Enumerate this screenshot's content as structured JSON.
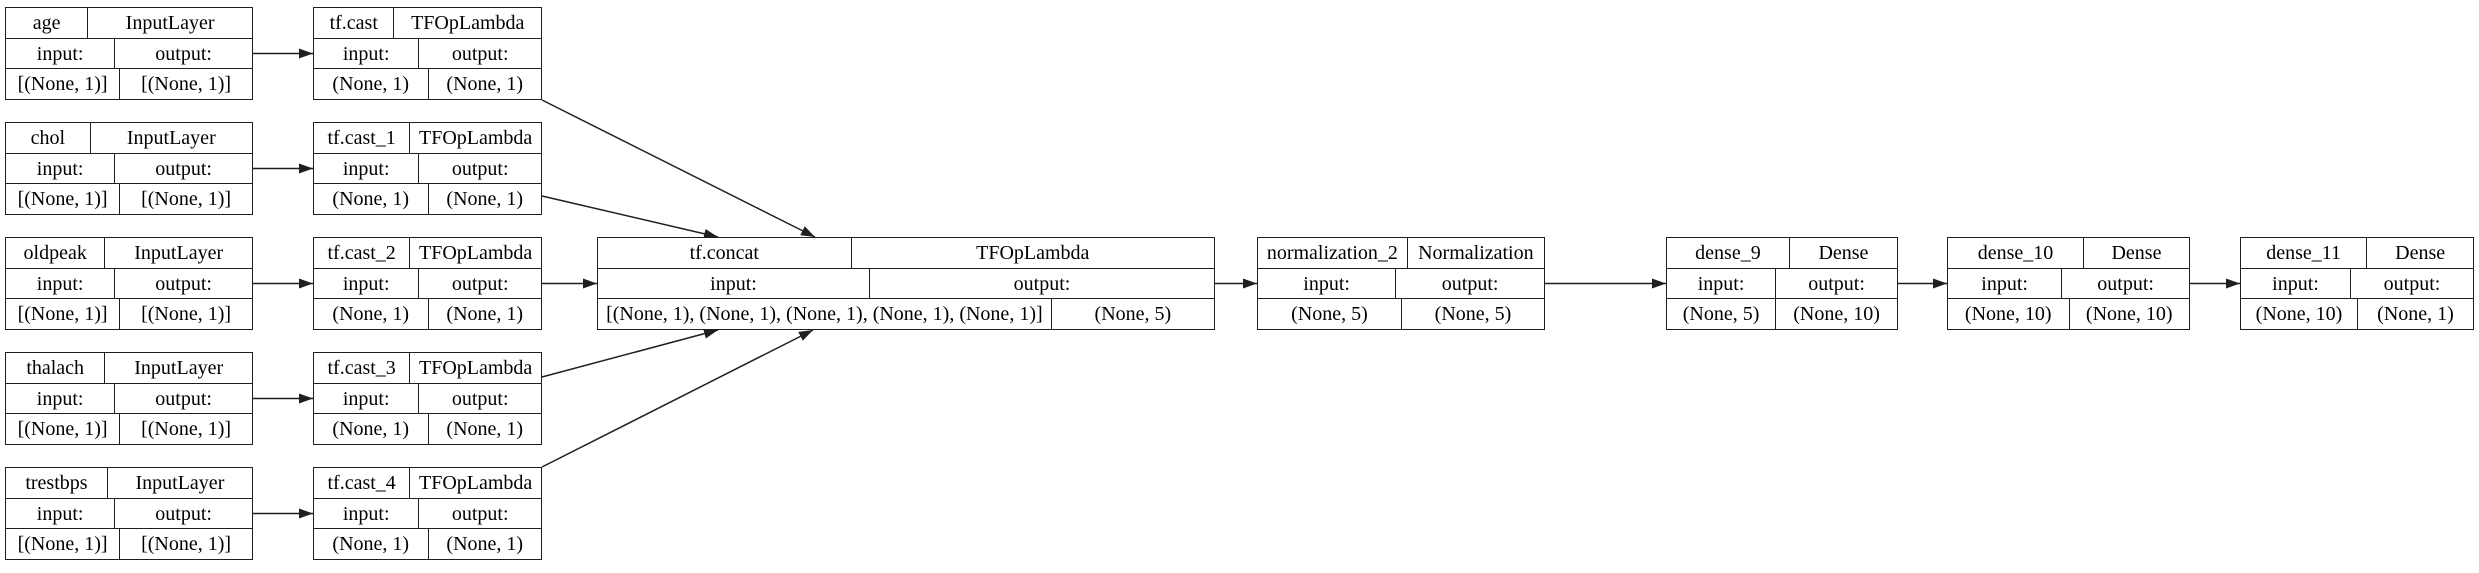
{
  "diagram": {
    "kind": "keras-model-plot",
    "colors": {
      "node_border": "#1f1f1f",
      "node_fill": "#ffffff",
      "edge": "#1f1f1f",
      "text": "#000000",
      "canvas": "#ffffff"
    },
    "nodes": [
      {
        "id": "age",
        "name": "age",
        "type": "InputLayer",
        "in_label": "input:",
        "out_label": "output:",
        "in_shape": "[(None, 1)]",
        "out_shape": "[(None, 1)]"
      },
      {
        "id": "tf_cast",
        "name": "tf.cast",
        "type": "TFOpLambda",
        "in_label": "input:",
        "out_label": "output:",
        "in_shape": "(None, 1)",
        "out_shape": "(None, 1)"
      },
      {
        "id": "chol",
        "name": "chol",
        "type": "InputLayer",
        "in_label": "input:",
        "out_label": "output:",
        "in_shape": "[(None, 1)]",
        "out_shape": "[(None, 1)]"
      },
      {
        "id": "tf_cast_1",
        "name": "tf.cast_1",
        "type": "TFOpLambda",
        "in_label": "input:",
        "out_label": "output:",
        "in_shape": "(None, 1)",
        "out_shape": "(None, 1)"
      },
      {
        "id": "oldpeak",
        "name": "oldpeak",
        "type": "InputLayer",
        "in_label": "input:",
        "out_label": "output:",
        "in_shape": "[(None, 1)]",
        "out_shape": "[(None, 1)]"
      },
      {
        "id": "tf_cast_2",
        "name": "tf.cast_2",
        "type": "TFOpLambda",
        "in_label": "input:",
        "out_label": "output:",
        "in_shape": "(None, 1)",
        "out_shape": "(None, 1)"
      },
      {
        "id": "thalach",
        "name": "thalach",
        "type": "InputLayer",
        "in_label": "input:",
        "out_label": "output:",
        "in_shape": "[(None, 1)]",
        "out_shape": "[(None, 1)]"
      },
      {
        "id": "tf_cast_3",
        "name": "tf.cast_3",
        "type": "TFOpLambda",
        "in_label": "input:",
        "out_label": "output:",
        "in_shape": "(None, 1)",
        "out_shape": "(None, 1)"
      },
      {
        "id": "trestbps",
        "name": "trestbps",
        "type": "InputLayer",
        "in_label": "input:",
        "out_label": "output:",
        "in_shape": "[(None, 1)]",
        "out_shape": "[(None, 1)]"
      },
      {
        "id": "tf_cast_4",
        "name": "tf.cast_4",
        "type": "TFOpLambda",
        "in_label": "input:",
        "out_label": "output:",
        "in_shape": "(None, 1)",
        "out_shape": "(None, 1)"
      },
      {
        "id": "tf_concat",
        "name": "tf.concat",
        "type": "TFOpLambda",
        "in_label": "input:",
        "out_label": "output:",
        "in_shape": "[(None, 1), (None, 1), (None, 1), (None, 1), (None, 1)]",
        "out_shape": "(None, 5)"
      },
      {
        "id": "normalization_2",
        "name": "normalization_2",
        "type": "Normalization",
        "in_label": "input:",
        "out_label": "output:",
        "in_shape": "(None, 5)",
        "out_shape": "(None, 5)"
      },
      {
        "id": "dense_9",
        "name": "dense_9",
        "type": "Dense",
        "in_label": "input:",
        "out_label": "output:",
        "in_shape": "(None, 5)",
        "out_shape": "(None, 10)"
      },
      {
        "id": "dense_10",
        "name": "dense_10",
        "type": "Dense",
        "in_label": "input:",
        "out_label": "output:",
        "in_shape": "(None, 10)",
        "out_shape": "(None, 10)"
      },
      {
        "id": "dense_11",
        "name": "dense_11",
        "type": "Dense",
        "in_label": "input:",
        "out_label": "output:",
        "in_shape": "(None, 10)",
        "out_shape": "(None, 1)"
      }
    ],
    "edges": [
      {
        "from": "age",
        "to": "tf_cast"
      },
      {
        "from": "chol",
        "to": "tf_cast_1"
      },
      {
        "from": "oldpeak",
        "to": "tf_cast_2"
      },
      {
        "from": "thalach",
        "to": "tf_cast_3"
      },
      {
        "from": "trestbps",
        "to": "tf_cast_4"
      },
      {
        "from": "tf_cast",
        "to": "tf_concat"
      },
      {
        "from": "tf_cast_1",
        "to": "tf_concat"
      },
      {
        "from": "tf_cast_2",
        "to": "tf_concat"
      },
      {
        "from": "tf_cast_3",
        "to": "tf_concat"
      },
      {
        "from": "tf_cast_4",
        "to": "tf_concat"
      },
      {
        "from": "tf_concat",
        "to": "normalization_2"
      },
      {
        "from": "normalization_2",
        "to": "dense_9"
      },
      {
        "from": "dense_9",
        "to": "dense_10"
      },
      {
        "from": "dense_10",
        "to": "dense_11"
      }
    ]
  }
}
